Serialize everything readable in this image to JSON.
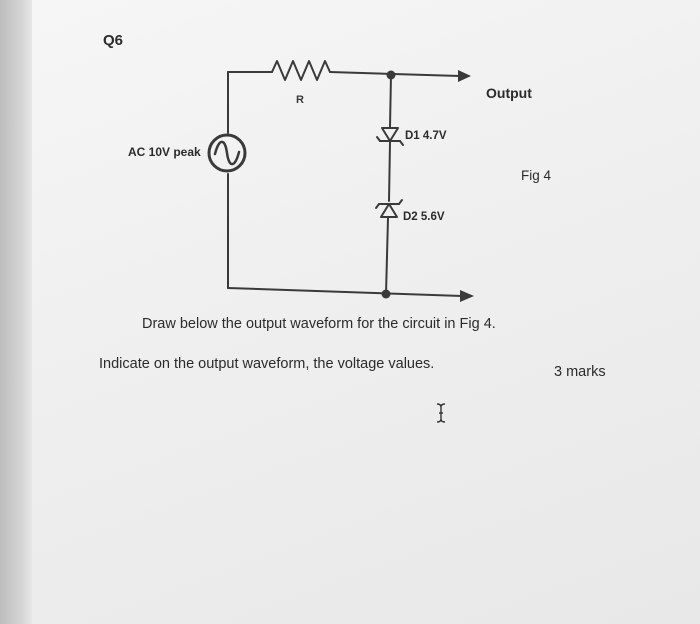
{
  "question": {
    "number": "Q6",
    "instruction_line1": "Draw below the output waveform for the circuit in Fig 4.",
    "instruction_line2": "Indicate on the output waveform, the voltage values.",
    "marks": "3 marks"
  },
  "circuit": {
    "source_label": "AC 10V peak",
    "resistor_label": "R",
    "diode1_label": "D1 4.7V",
    "diode2_label": "D2 5.6V",
    "output_label": "Output",
    "figure_label": "Fig 4"
  },
  "icons": {
    "source": "ac-source-icon",
    "resistor": "resistor-icon",
    "diode": "zener-diode-icon",
    "cursor": "text-cursor-icon"
  }
}
